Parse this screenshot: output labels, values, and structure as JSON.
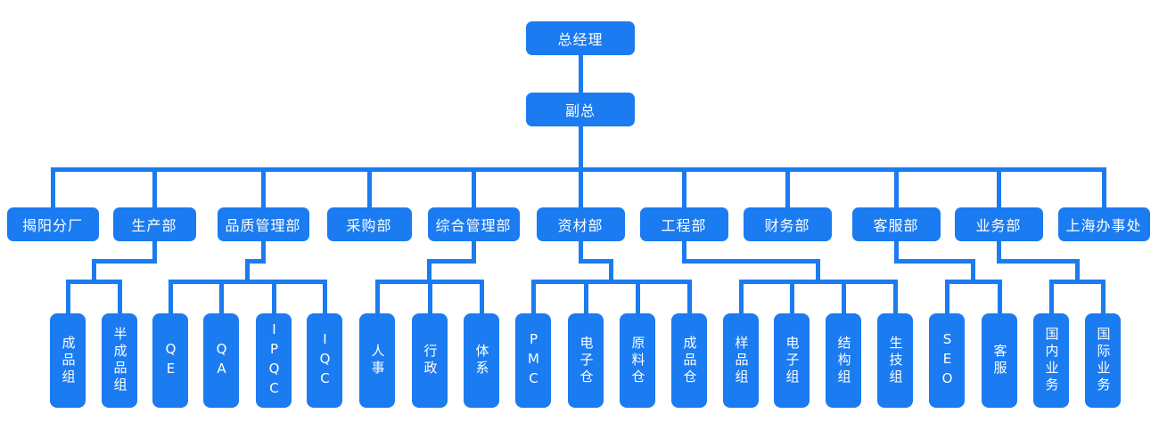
{
  "org_chart": {
    "colors": {
      "node": "#1b7bf0",
      "text": "#ffffff",
      "connector": "#1b7bf0",
      "background": "#ffffff"
    },
    "ceo": {
      "label": "总经理"
    },
    "vice": {
      "label": "副总"
    },
    "departments": [
      {
        "label": "揭阳分厂",
        "children": []
      },
      {
        "label": "生产部",
        "children": [
          {
            "label": "成品组"
          },
          {
            "label": "半成品组"
          }
        ]
      },
      {
        "label": "品质管理部",
        "children": [
          {
            "label": "QE"
          },
          {
            "label": "QA"
          },
          {
            "label": "IPQC"
          },
          {
            "label": "IQC"
          }
        ]
      },
      {
        "label": "采购部",
        "children": []
      },
      {
        "label": "综合管理部",
        "children": [
          {
            "label": "人事"
          },
          {
            "label": "行政"
          },
          {
            "label": "体系"
          }
        ]
      },
      {
        "label": "资材部",
        "children": [
          {
            "label": "PMC"
          },
          {
            "label": "电子仓"
          },
          {
            "label": "原料仓"
          },
          {
            "label": "成品仓"
          }
        ]
      },
      {
        "label": "工程部",
        "children": [
          {
            "label": "样品组"
          },
          {
            "label": "电子组"
          },
          {
            "label": "结构组"
          },
          {
            "label": "生技组"
          }
        ]
      },
      {
        "label": "财务部",
        "children": []
      },
      {
        "label": "客服部",
        "children": [
          {
            "label": "SEO"
          },
          {
            "label": "客服"
          }
        ]
      },
      {
        "label": "业务部",
        "children": [
          {
            "label": "国内业务"
          },
          {
            "label": "国际业务"
          }
        ]
      },
      {
        "label": "上海办事处",
        "children": []
      }
    ]
  }
}
